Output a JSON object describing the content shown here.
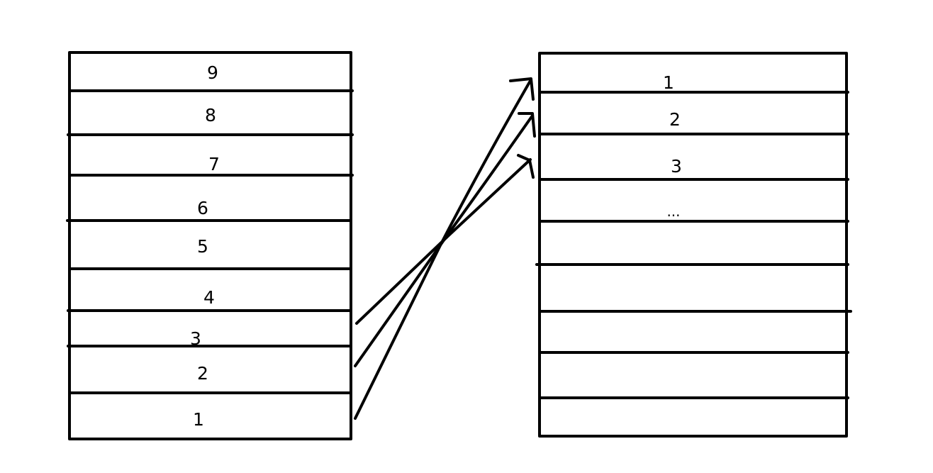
{
  "left_stack": {
    "cells": [
      "9",
      "8",
      "7",
      "6",
      "5",
      "4",
      "3",
      "2",
      "1"
    ]
  },
  "right_stack": {
    "cells": [
      "1",
      "2",
      "3",
      "...",
      "",
      "",
      "",
      "",
      ""
    ]
  },
  "colors": {
    "ink": "#000000",
    "background": "#ffffff"
  }
}
